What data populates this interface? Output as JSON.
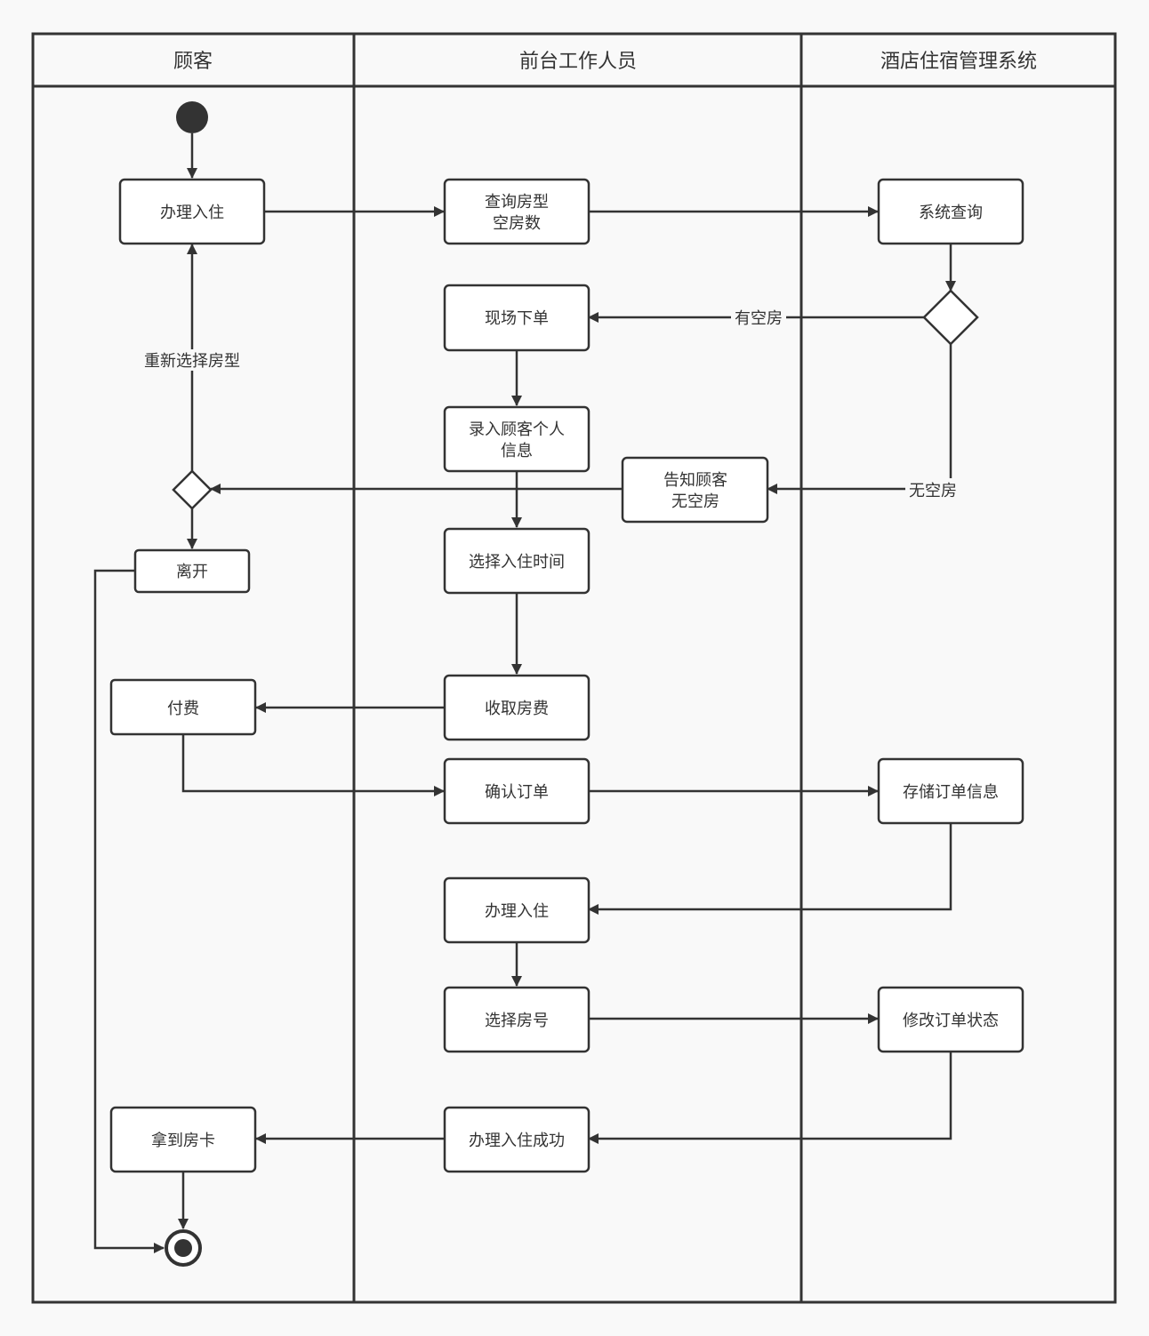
{
  "lanes": [
    {
      "title": "顾客"
    },
    {
      "title": "前台工作人员"
    },
    {
      "title": "酒店住宿管理系统"
    }
  ],
  "nodes": {
    "checkin_customer": {
      "lines": [
        "办理入住"
      ]
    },
    "query_room": {
      "lines": [
        "查询房型",
        "空房数"
      ]
    },
    "system_query": {
      "lines": [
        "系统查询"
      ]
    },
    "onsite_order": {
      "lines": [
        "现场下单"
      ]
    },
    "enter_info": {
      "lines": [
        "录入顾客个人",
        "信息"
      ]
    },
    "notify_no_room": {
      "lines": [
        "告知顾客",
        "无空房"
      ]
    },
    "leave": {
      "lines": [
        "离开"
      ]
    },
    "choose_time": {
      "lines": [
        "选择入住时间"
      ]
    },
    "collect_fee": {
      "lines": [
        "收取房费"
      ]
    },
    "pay": {
      "lines": [
        "付费"
      ]
    },
    "confirm_order": {
      "lines": [
        "确认订单"
      ]
    },
    "store_order": {
      "lines": [
        "存储订单信息"
      ]
    },
    "checkin_desk": {
      "lines": [
        "办理入住"
      ]
    },
    "choose_room": {
      "lines": [
        "选择房号"
      ]
    },
    "update_status": {
      "lines": [
        "修改订单状态"
      ]
    },
    "checkin_success": {
      "lines": [
        "办理入住成功"
      ]
    },
    "get_card": {
      "lines": [
        "拿到房卡"
      ]
    }
  },
  "edge_labels": {
    "has_room": "有空房",
    "no_room": "无空房",
    "reselect": "重新选择房型"
  }
}
